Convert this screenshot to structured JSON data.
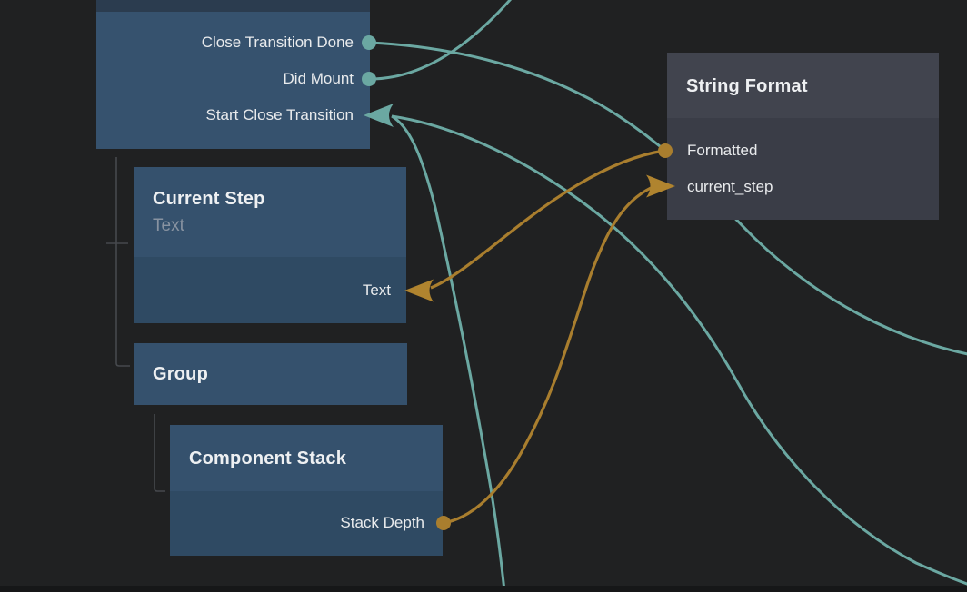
{
  "editor": {
    "kind": "node-graph-canvas",
    "background": "#202122"
  },
  "colors": {
    "wire_teal": "#6ba8a2",
    "wire_gold": "#a97e2e",
    "node_blue_header": "#35516d",
    "node_blue_body": "#2f4a63",
    "node_selected_body": "#36526e",
    "node_selected_top_strip": "#2b3c4f",
    "node_gray_header": "#41444e",
    "node_gray_body": "#3a3d47",
    "tree_connector": "#46494d",
    "title_text": "#eef0f2",
    "subtitle_text": "#8893a1",
    "port_text": "#e9ebed"
  },
  "nodes": {
    "lifecycle": {
      "ports": [
        {
          "label": "Close Transition Done",
          "side": "right",
          "connector": "circle",
          "color": "teal"
        },
        {
          "label": "Did Mount",
          "side": "right",
          "connector": "circle",
          "color": "teal"
        },
        {
          "label": "Start Close Transition",
          "side": "right",
          "connector": "arrow-in",
          "color": "teal"
        }
      ]
    },
    "current_step": {
      "title": "Current Step",
      "subtitle": "Text",
      "ports": [
        {
          "label": "Text",
          "side": "right",
          "connector": "arrow-in",
          "color": "gold"
        }
      ]
    },
    "group": {
      "title": "Group"
    },
    "component_stack": {
      "title": "Component Stack",
      "ports": [
        {
          "label": "Stack Depth",
          "side": "right",
          "connector": "circle",
          "color": "gold"
        }
      ]
    },
    "string_format": {
      "title": "String Format",
      "ports": [
        {
          "label": "Formatted",
          "side": "left",
          "connector": "circle",
          "color": "gold"
        },
        {
          "label": "current_step",
          "side": "left",
          "connector": "arrow-in",
          "color": "gold"
        }
      ]
    }
  },
  "wires": [
    {
      "from": "lifecycle / Close Transition Done",
      "to": "offscreen-right",
      "color": "teal"
    },
    {
      "from": "lifecycle / Did Mount",
      "to": "offscreen-top",
      "color": "teal"
    },
    {
      "from": "offscreen-bottom-right",
      "to": "lifecycle / Start Close Transition",
      "color": "teal"
    },
    {
      "from": "offscreen-bottom",
      "to": "lifecycle / Start Close Transition",
      "color": "teal"
    },
    {
      "from": "string_format / Formatted",
      "to": "current_step / Text",
      "color": "gold"
    },
    {
      "from": "component_stack / Stack Depth",
      "to": "string_format / current_step",
      "color": "gold"
    }
  ]
}
